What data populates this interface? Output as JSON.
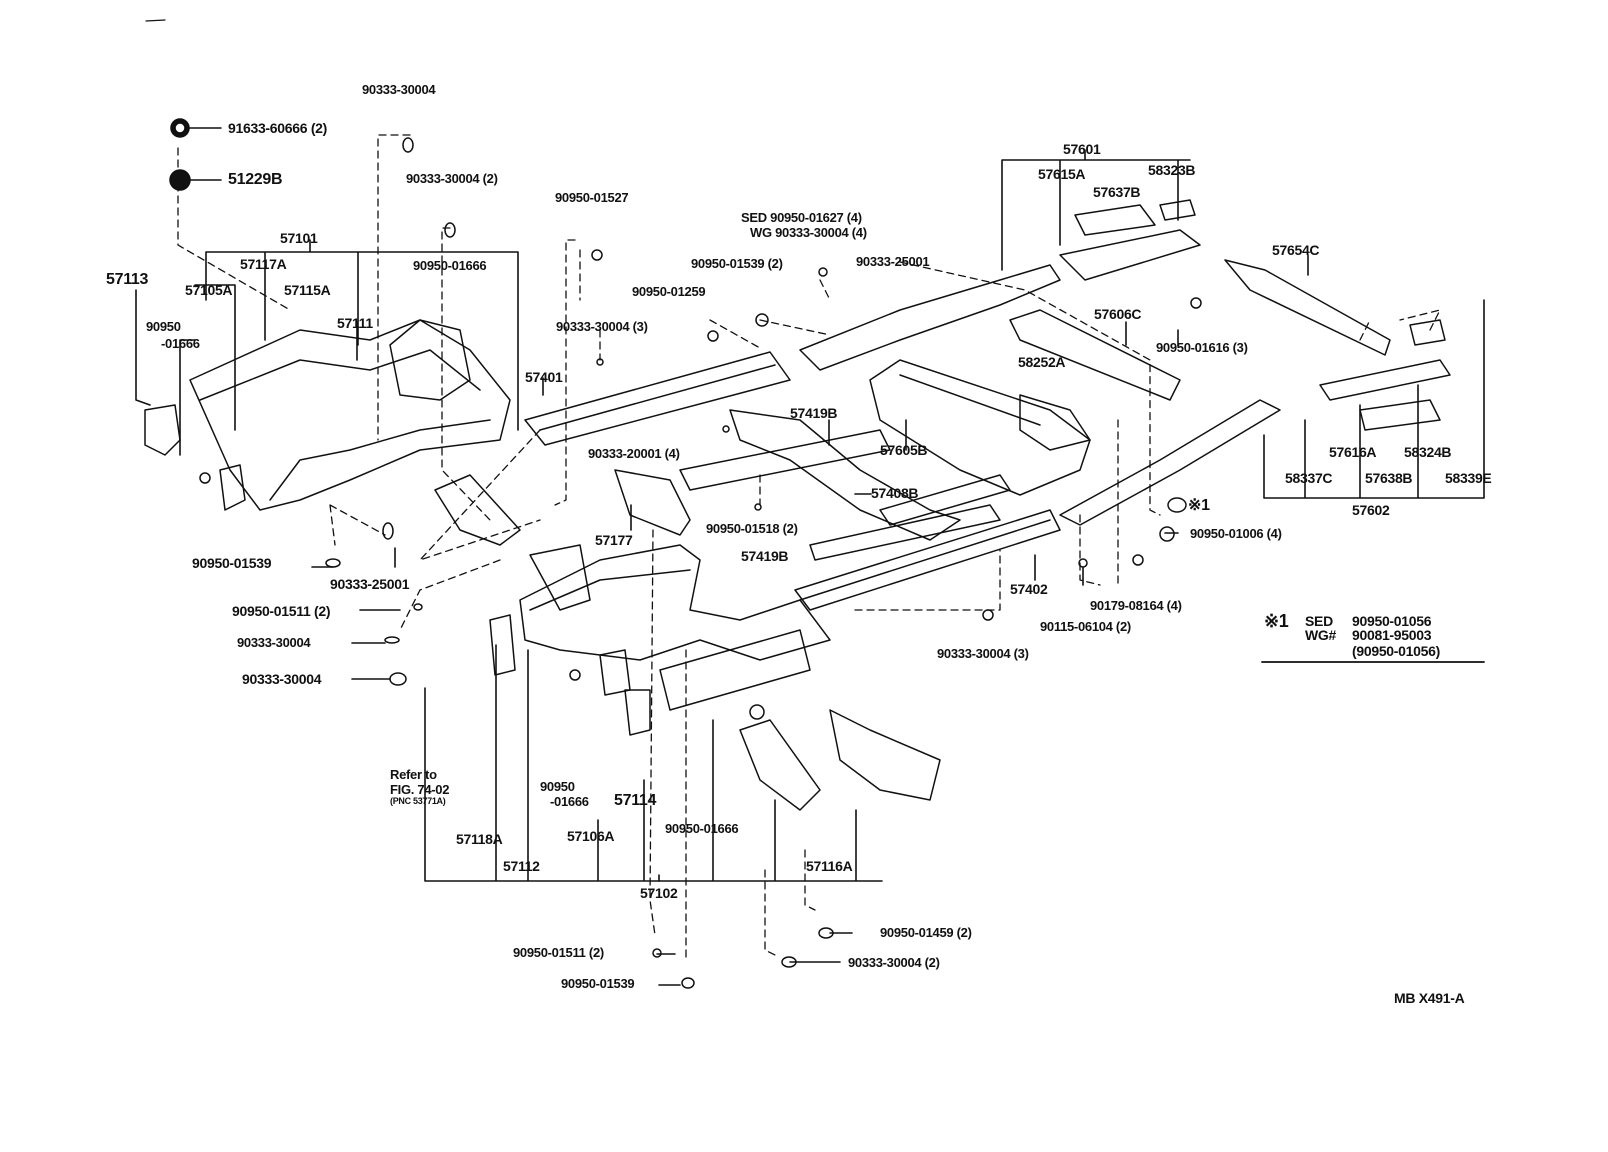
{
  "callouts": [
    {
      "text": "90333-30004",
      "size": "sm"
    },
    {
      "text": "91633-60666 (2)",
      "size": "md"
    },
    {
      "text": "51229B",
      "size": "big"
    },
    {
      "text": "90333-30004 (2)",
      "size": "sm"
    },
    {
      "text": "90950-01527",
      "size": "sm"
    },
    {
      "text": "SED  90950-01627 (4)",
      "size": "sm"
    },
    {
      "text": "WG  90333-30004 (4)",
      "size": "sm"
    },
    {
      "text": "90950-01539 (2)",
      "size": "sm"
    },
    {
      "text": "90333-25001",
      "size": "sm"
    },
    {
      "text": "57101",
      "size": "md"
    },
    {
      "text": "57113",
      "size": "big"
    },
    {
      "text": "57117A",
      "size": "md"
    },
    {
      "text": "57105A",
      "size": "md"
    },
    {
      "text": "57115A",
      "size": "md"
    },
    {
      "text": "90950-01666",
      "size": "sm"
    },
    {
      "text": "90950",
      "size": "sm"
    },
    {
      "text": "-01666",
      "size": "sm"
    },
    {
      "text": "57111",
      "size": "md"
    },
    {
      "text": "90950-01259",
      "size": "sm"
    },
    {
      "text": "90333-30004 (3)",
      "size": "sm"
    },
    {
      "text": "57401",
      "size": "md"
    },
    {
      "text": "57419B",
      "size": "md"
    },
    {
      "text": "90333-20001 (4)",
      "size": "sm"
    },
    {
      "text": "57605B",
      "size": "md"
    },
    {
      "text": "57601",
      "size": "md"
    },
    {
      "text": "57615A",
      "size": "md"
    },
    {
      "text": "57637B",
      "size": "md"
    },
    {
      "text": "58323B",
      "size": "md"
    },
    {
      "text": "57654C",
      "size": "md"
    },
    {
      "text": "57606C",
      "size": "md"
    },
    {
      "text": "58252A",
      "size": "md"
    },
    {
      "text": "90950-01616 (3)",
      "size": "sm"
    },
    {
      "text": "57408B",
      "size": "md"
    },
    {
      "text": "90950-01518 (2)",
      "size": "sm"
    },
    {
      "text": "57177",
      "size": "md"
    },
    {
      "text": "57419B",
      "size": "md"
    },
    {
      "text": "57402",
      "size": "md"
    },
    {
      "text": "90179-08164 (4)",
      "size": "sm"
    },
    {
      "text": "90115-06104 (2)",
      "size": "sm"
    },
    {
      "text": "90333-30004 (3)",
      "size": "sm"
    },
    {
      "text": "57616A",
      "size": "md"
    },
    {
      "text": "58324B",
      "size": "md"
    },
    {
      "text": "58337C",
      "size": "md"
    },
    {
      "text": "57638B",
      "size": "md"
    },
    {
      "text": "58339E",
      "size": "md"
    },
    {
      "text": "57602",
      "size": "md"
    },
    {
      "text": "※1",
      "size": "big"
    },
    {
      "text": "90950-01006 (4)",
      "size": "sm"
    },
    {
      "text": "90950-01539",
      "size": "md"
    },
    {
      "text": "90333-25001",
      "size": "md"
    },
    {
      "text": "90950-01511 (2)",
      "size": "md"
    },
    {
      "text": "90333-30004",
      "size": "sm"
    },
    {
      "text": "90333-30004",
      "size": "md"
    },
    {
      "text": "Refer to",
      "size": "sm"
    },
    {
      "text": "FIG. 74-02",
      "size": "sm"
    },
    {
      "text": "(PNC 53771A)",
      "size": "tiny"
    },
    {
      "text": "90950",
      "size": "sm"
    },
    {
      "text": "-01666",
      "size": "sm"
    },
    {
      "text": "57114",
      "size": "big"
    },
    {
      "text": "57118A",
      "size": "md"
    },
    {
      "text": "57112",
      "size": "md"
    },
    {
      "text": "57106A",
      "size": "md"
    },
    {
      "text": "90950-01666",
      "size": "sm"
    },
    {
      "text": "57116A",
      "size": "md"
    },
    {
      "text": "57102",
      "size": "md"
    },
    {
      "text": "90950-01511 (2)",
      "size": "sm"
    },
    {
      "text": "90950-01539",
      "size": "sm"
    },
    {
      "text": "90950-01459 (2)",
      "size": "sm"
    },
    {
      "text": "90333-30004 (2)",
      "size": "sm"
    }
  ],
  "footnote": {
    "mark": "※1",
    "line1_code": "SED",
    "line1_part": "90950-01056",
    "line2_code": "WG#",
    "line2_part": "90081-95003",
    "line3_part": "(90950-01056)"
  },
  "drawing_code": "MB X491-A"
}
